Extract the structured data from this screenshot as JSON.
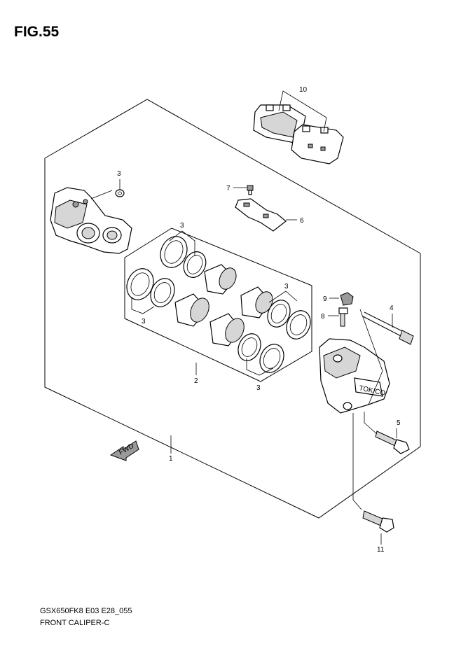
{
  "figure": {
    "title": "FIG.55"
  },
  "callouts": [
    "1",
    "2",
    "3",
    "3",
    "3",
    "3",
    "3",
    "4",
    "5",
    "6",
    "7",
    "8",
    "9",
    "10",
    "11"
  ],
  "fwd_label": "FWD",
  "caliper_stamp": "TOKICO",
  "footer": {
    "code": "GSX650FK8 E03 E28_055",
    "name": "FRONT CALIPER-C"
  }
}
